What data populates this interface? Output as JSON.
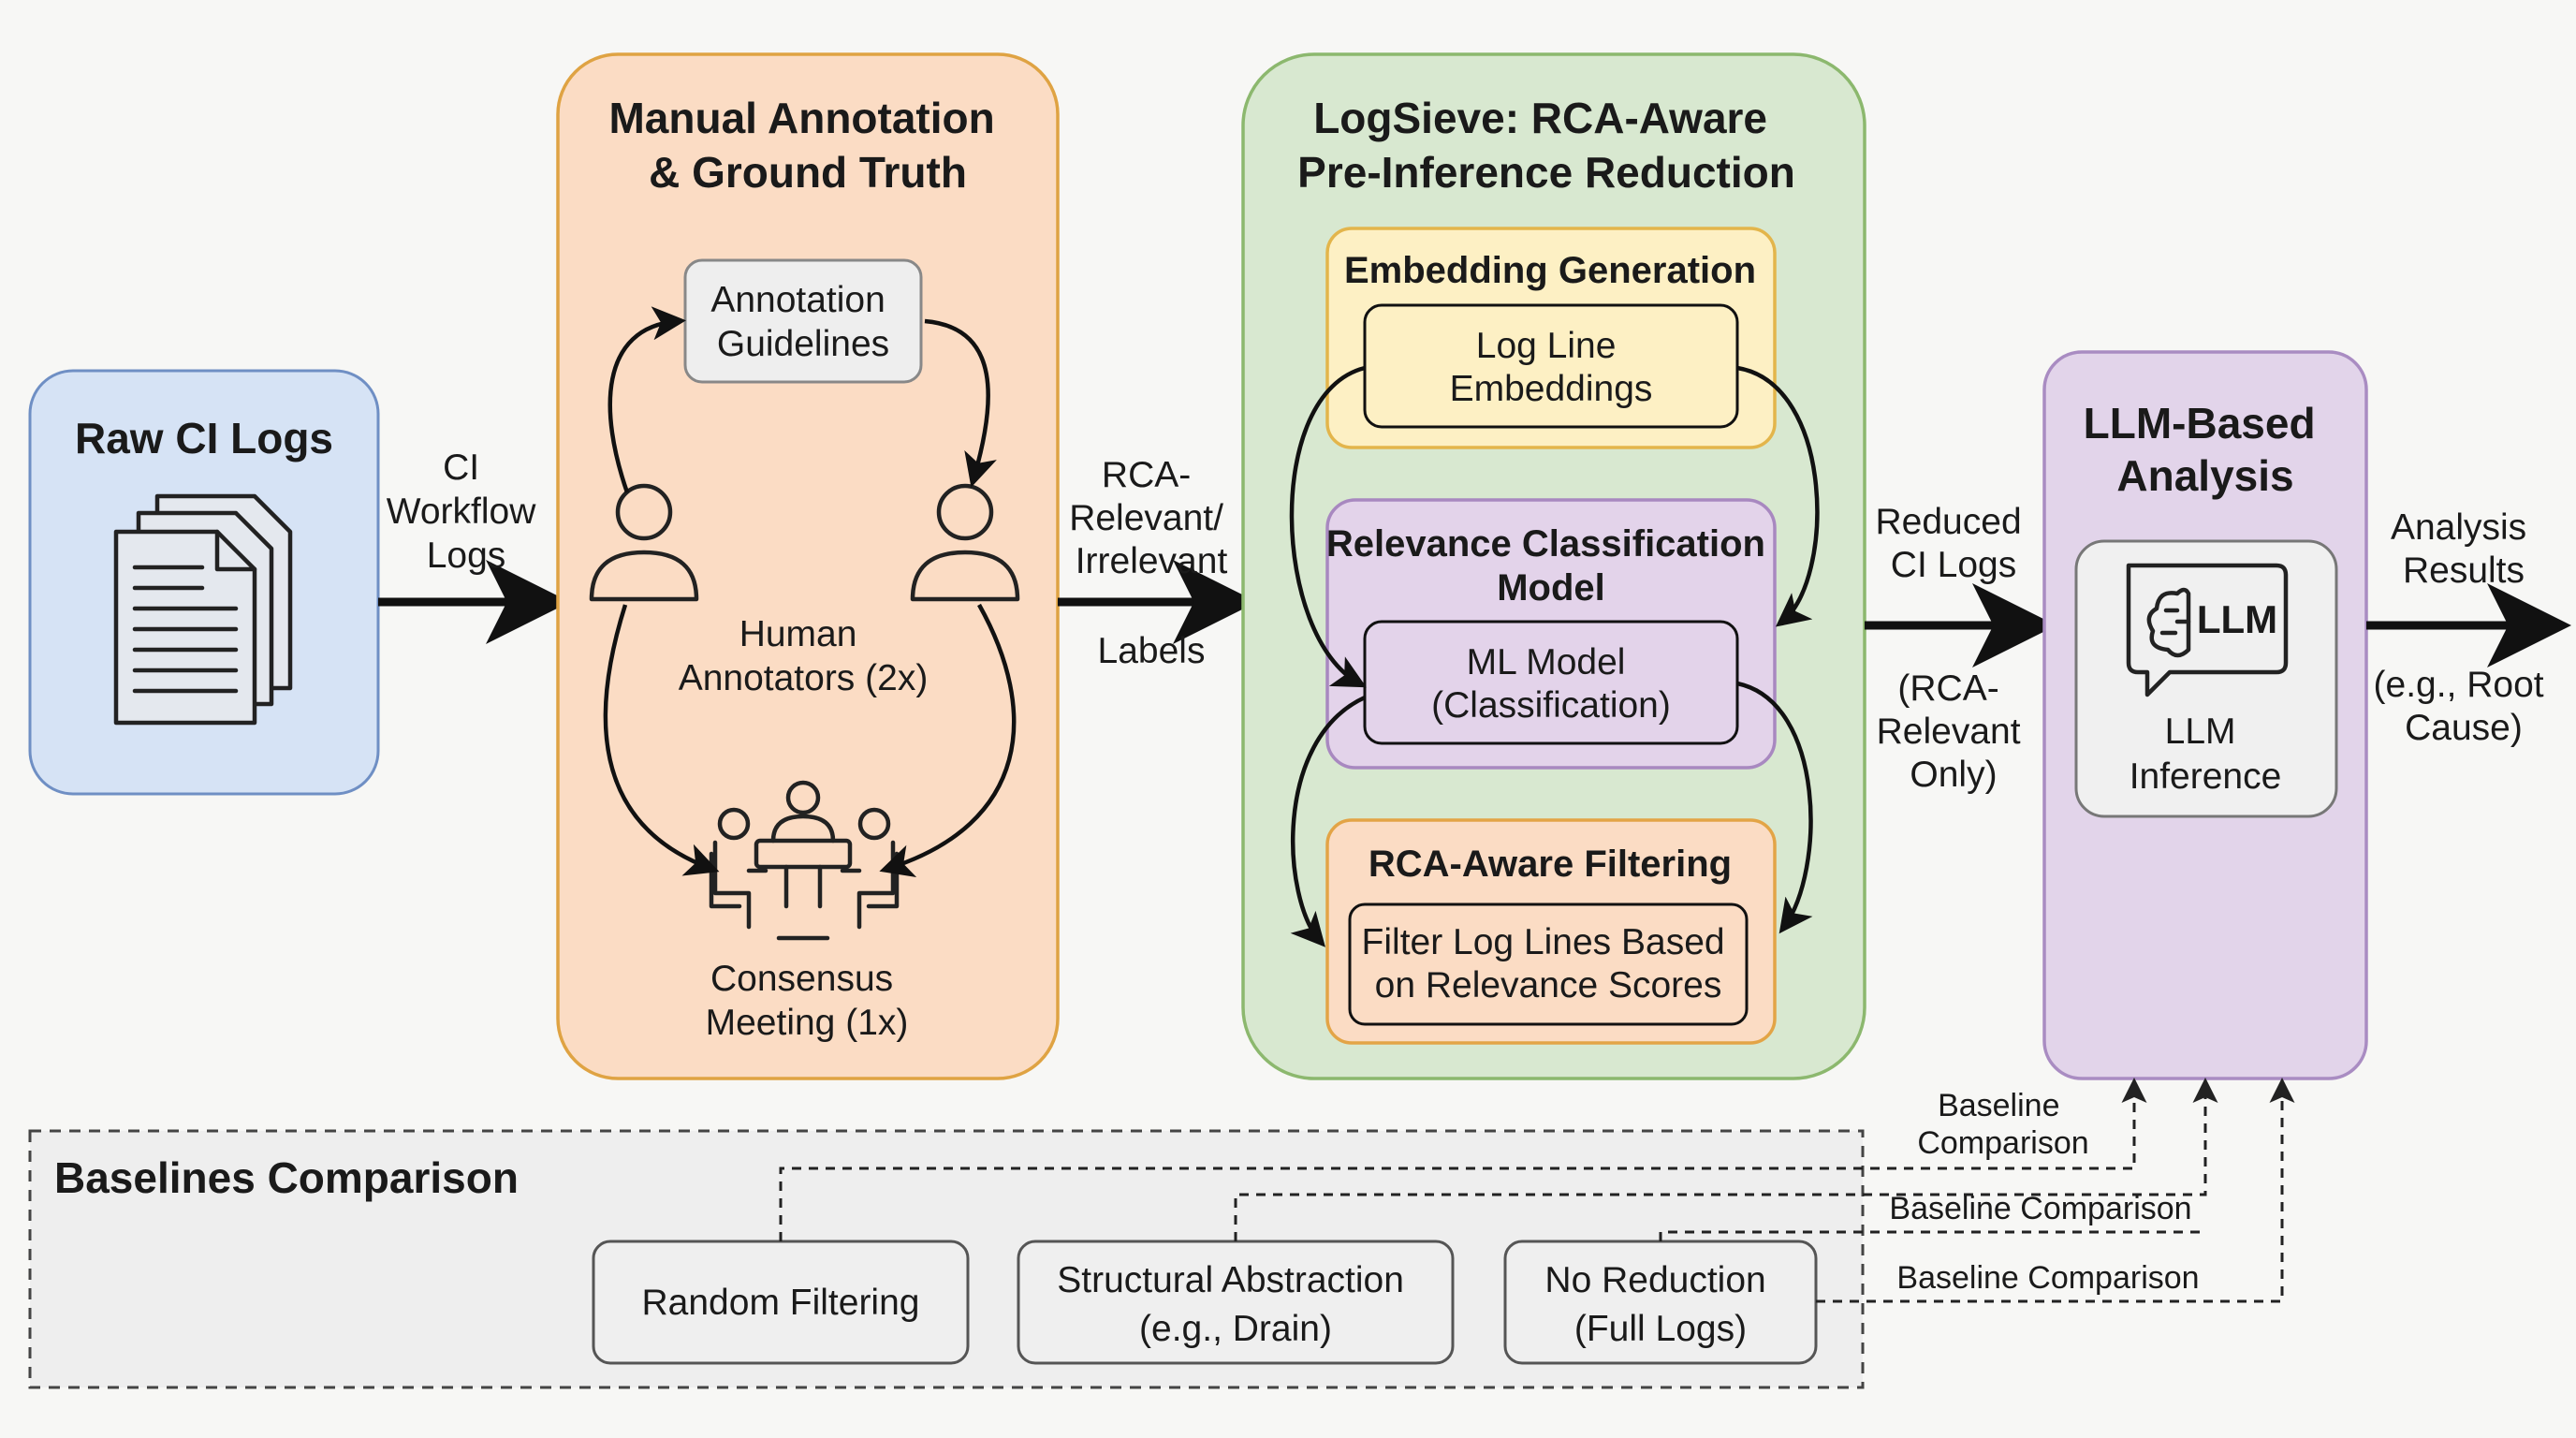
{
  "raw_logs": {
    "title": "Raw CI Logs"
  },
  "edge_ci": [
    "CI",
    "Workflow",
    "Logs"
  ],
  "manual": {
    "title": [
      "Manual Annotation",
      "& Ground Truth"
    ],
    "guidelines": [
      "Annotation",
      "Guidelines"
    ],
    "annotators": [
      "Human",
      "Annotators (2x)"
    ],
    "meeting": [
      "Consensus",
      "Meeting (1x)"
    ]
  },
  "edge_labels": {
    "lines": [
      "RCA-",
      "Relevant/",
      "Irrelevant"
    ],
    "tail": "Labels"
  },
  "logsieve": {
    "title": [
      "LogSieve: RCA-Aware",
      "Pre-Inference Reduction"
    ],
    "embedding": {
      "title": "Embedding Generation",
      "box": [
        "Log Line",
        "Embeddings"
      ]
    },
    "relevance": {
      "title": [
        "Relevance Classification",
        "Model"
      ],
      "box": [
        "ML Model",
        "(Classification)"
      ]
    },
    "filtering": {
      "title": "RCA-Aware Filtering",
      "box": [
        "Filter Log Lines Based",
        "on Relevance Scores"
      ]
    }
  },
  "edge_reduced": {
    "top": [
      "Reduced",
      "CI Logs"
    ],
    "bottom": [
      "(RCA-",
      "Relevant",
      "Only)"
    ]
  },
  "llm": {
    "title": [
      "LLM-Based",
      "Analysis"
    ],
    "icon_text": "LLM",
    "inference": [
      "LLM",
      "Inference"
    ]
  },
  "edge_results": {
    "top": [
      "Analysis",
      "Results"
    ],
    "bottom": [
      "(e.g., Root",
      "Cause)"
    ]
  },
  "baselines": {
    "title": "Baselines Comparison",
    "random": "Random Filtering",
    "structural": [
      "Structural Abstraction",
      "(e.g., Drain)"
    ],
    "noreduction": [
      "No Reduction",
      "(Full Logs)"
    ],
    "label1": [
      "Baseline",
      "Comparison"
    ],
    "label2": "Baseline Comparison",
    "label3": "Baseline Comparison"
  },
  "colors": {
    "raw_fill": "#d6e3f5",
    "raw_stroke": "#6f8fc4",
    "manual_fill": "#fbdcc4",
    "manual_stroke": "#dfa343",
    "logsieve_fill": "#d8e8d0",
    "logsieve_stroke": "#8cb86e",
    "yellow_fill": "#fdf0c4",
    "yellow_stroke": "#e3b54b",
    "purple_fill": "#e3d3ea",
    "purple_stroke": "#a888c0",
    "orange_fill": "#fbdcc4",
    "orange_stroke": "#e3a446",
    "llm_fill": "#e2d4ea",
    "llm_stroke": "#a98cc2",
    "gray_fill": "#eeeeee",
    "gray_stroke": "#888888"
  }
}
